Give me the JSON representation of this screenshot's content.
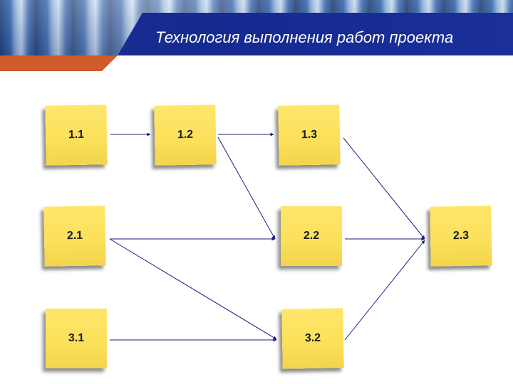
{
  "header": {
    "title": "Технология выполнения работ проекта"
  },
  "colors": {
    "banner_blue": "#1a2e8e",
    "banner_orange": "#cf5a2a",
    "note_yellow": "#fbe05a",
    "arrow": "#1a1f7a"
  },
  "diagram": {
    "nodes": [
      {
        "id": "1.1",
        "label": "1.1"
      },
      {
        "id": "1.2",
        "label": "1.2"
      },
      {
        "id": "1.3",
        "label": "1.3"
      },
      {
        "id": "2.1",
        "label": "2.1"
      },
      {
        "id": "2.2",
        "label": "2.2"
      },
      {
        "id": "2.3",
        "label": "2.3"
      },
      {
        "id": "3.1",
        "label": "3.1"
      },
      {
        "id": "3.2",
        "label": "3.2"
      }
    ],
    "edges": [
      {
        "from": "1.1",
        "to": "1.2"
      },
      {
        "from": "1.2",
        "to": "1.3"
      },
      {
        "from": "1.2",
        "to": "2.2"
      },
      {
        "from": "2.1",
        "to": "2.2"
      },
      {
        "from": "2.1",
        "to": "3.2"
      },
      {
        "from": "3.1",
        "to": "3.2"
      },
      {
        "from": "1.3",
        "to": "2.3"
      },
      {
        "from": "2.2",
        "to": "2.3"
      },
      {
        "from": "3.2",
        "to": "2.3"
      }
    ]
  }
}
